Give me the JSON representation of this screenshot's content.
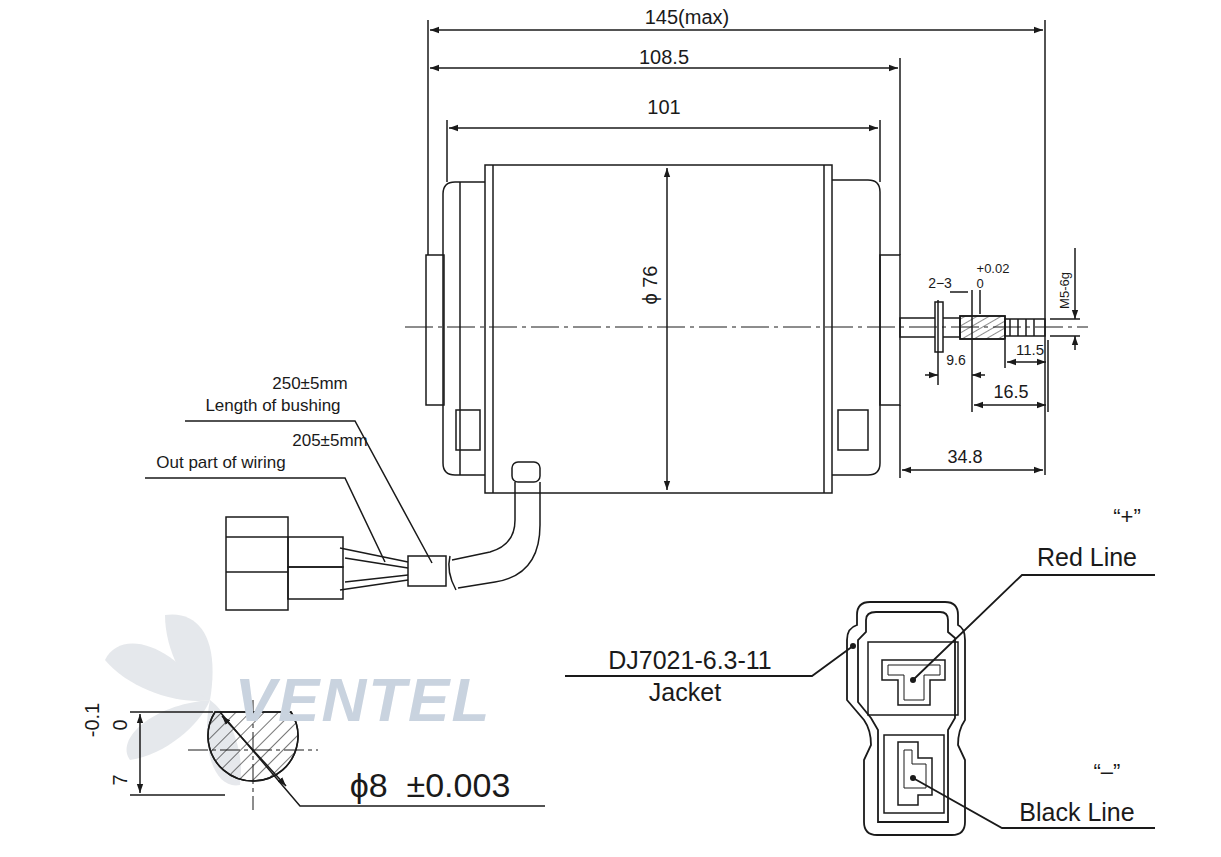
{
  "diagram": {
    "labels": [
      "145(max)",
      "108.5",
      "101",
      "ϕ 76",
      "2−3",
      "+0.02",
      "0",
      "M5-6g",
      "9.6",
      "11.5",
      "16.5",
      "34.8",
      "250±5mm",
      "Length of bushing",
      "205±5mm",
      "Out part of wiring",
      "“+”",
      "Red Line",
      "DJ7021-6.3-11",
      "Jacket",
      "“–”",
      "Black Line",
      "-0.1",
      "0",
      "7",
      "ϕ8  ±0.003",
      "VENTEL"
    ]
  }
}
